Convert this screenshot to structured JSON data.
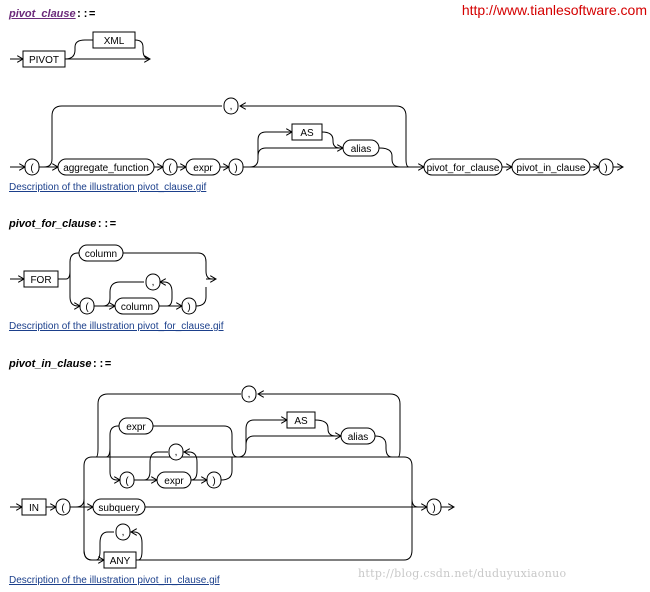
{
  "site_url": "http://www.tianlesoftware.com",
  "watermark": "http://blog.csdn.net/duduyuxiaonuo",
  "sections": {
    "pivot": {
      "heading_name": "pivot_clause",
      "heading_op": "::=",
      "desc": "Description of the illustration pivot_clause.gif"
    },
    "pivot_for": {
      "heading_name": "pivot_for_clause",
      "heading_op": "::=",
      "desc": "Description of the illustration pivot_for_clause.gif"
    },
    "pivot_in": {
      "heading_name": "pivot_in_clause",
      "heading_op": "::=",
      "desc": "Description of the illustration pivot_in_clause.gif"
    }
  },
  "tokens": {
    "pivot": "PIVOT",
    "xml": "XML",
    "lparen": "(",
    "rparen": ")",
    "comma": ",",
    "aggregate_function": "aggregate_function",
    "expr": "expr",
    "as": "AS",
    "alias": "alias",
    "pivot_for_clause": "pivot_for_clause",
    "pivot_in_clause": "pivot_in_clause",
    "for": "FOR",
    "column": "column",
    "in": "IN",
    "subquery": "subquery",
    "any": "ANY"
  }
}
